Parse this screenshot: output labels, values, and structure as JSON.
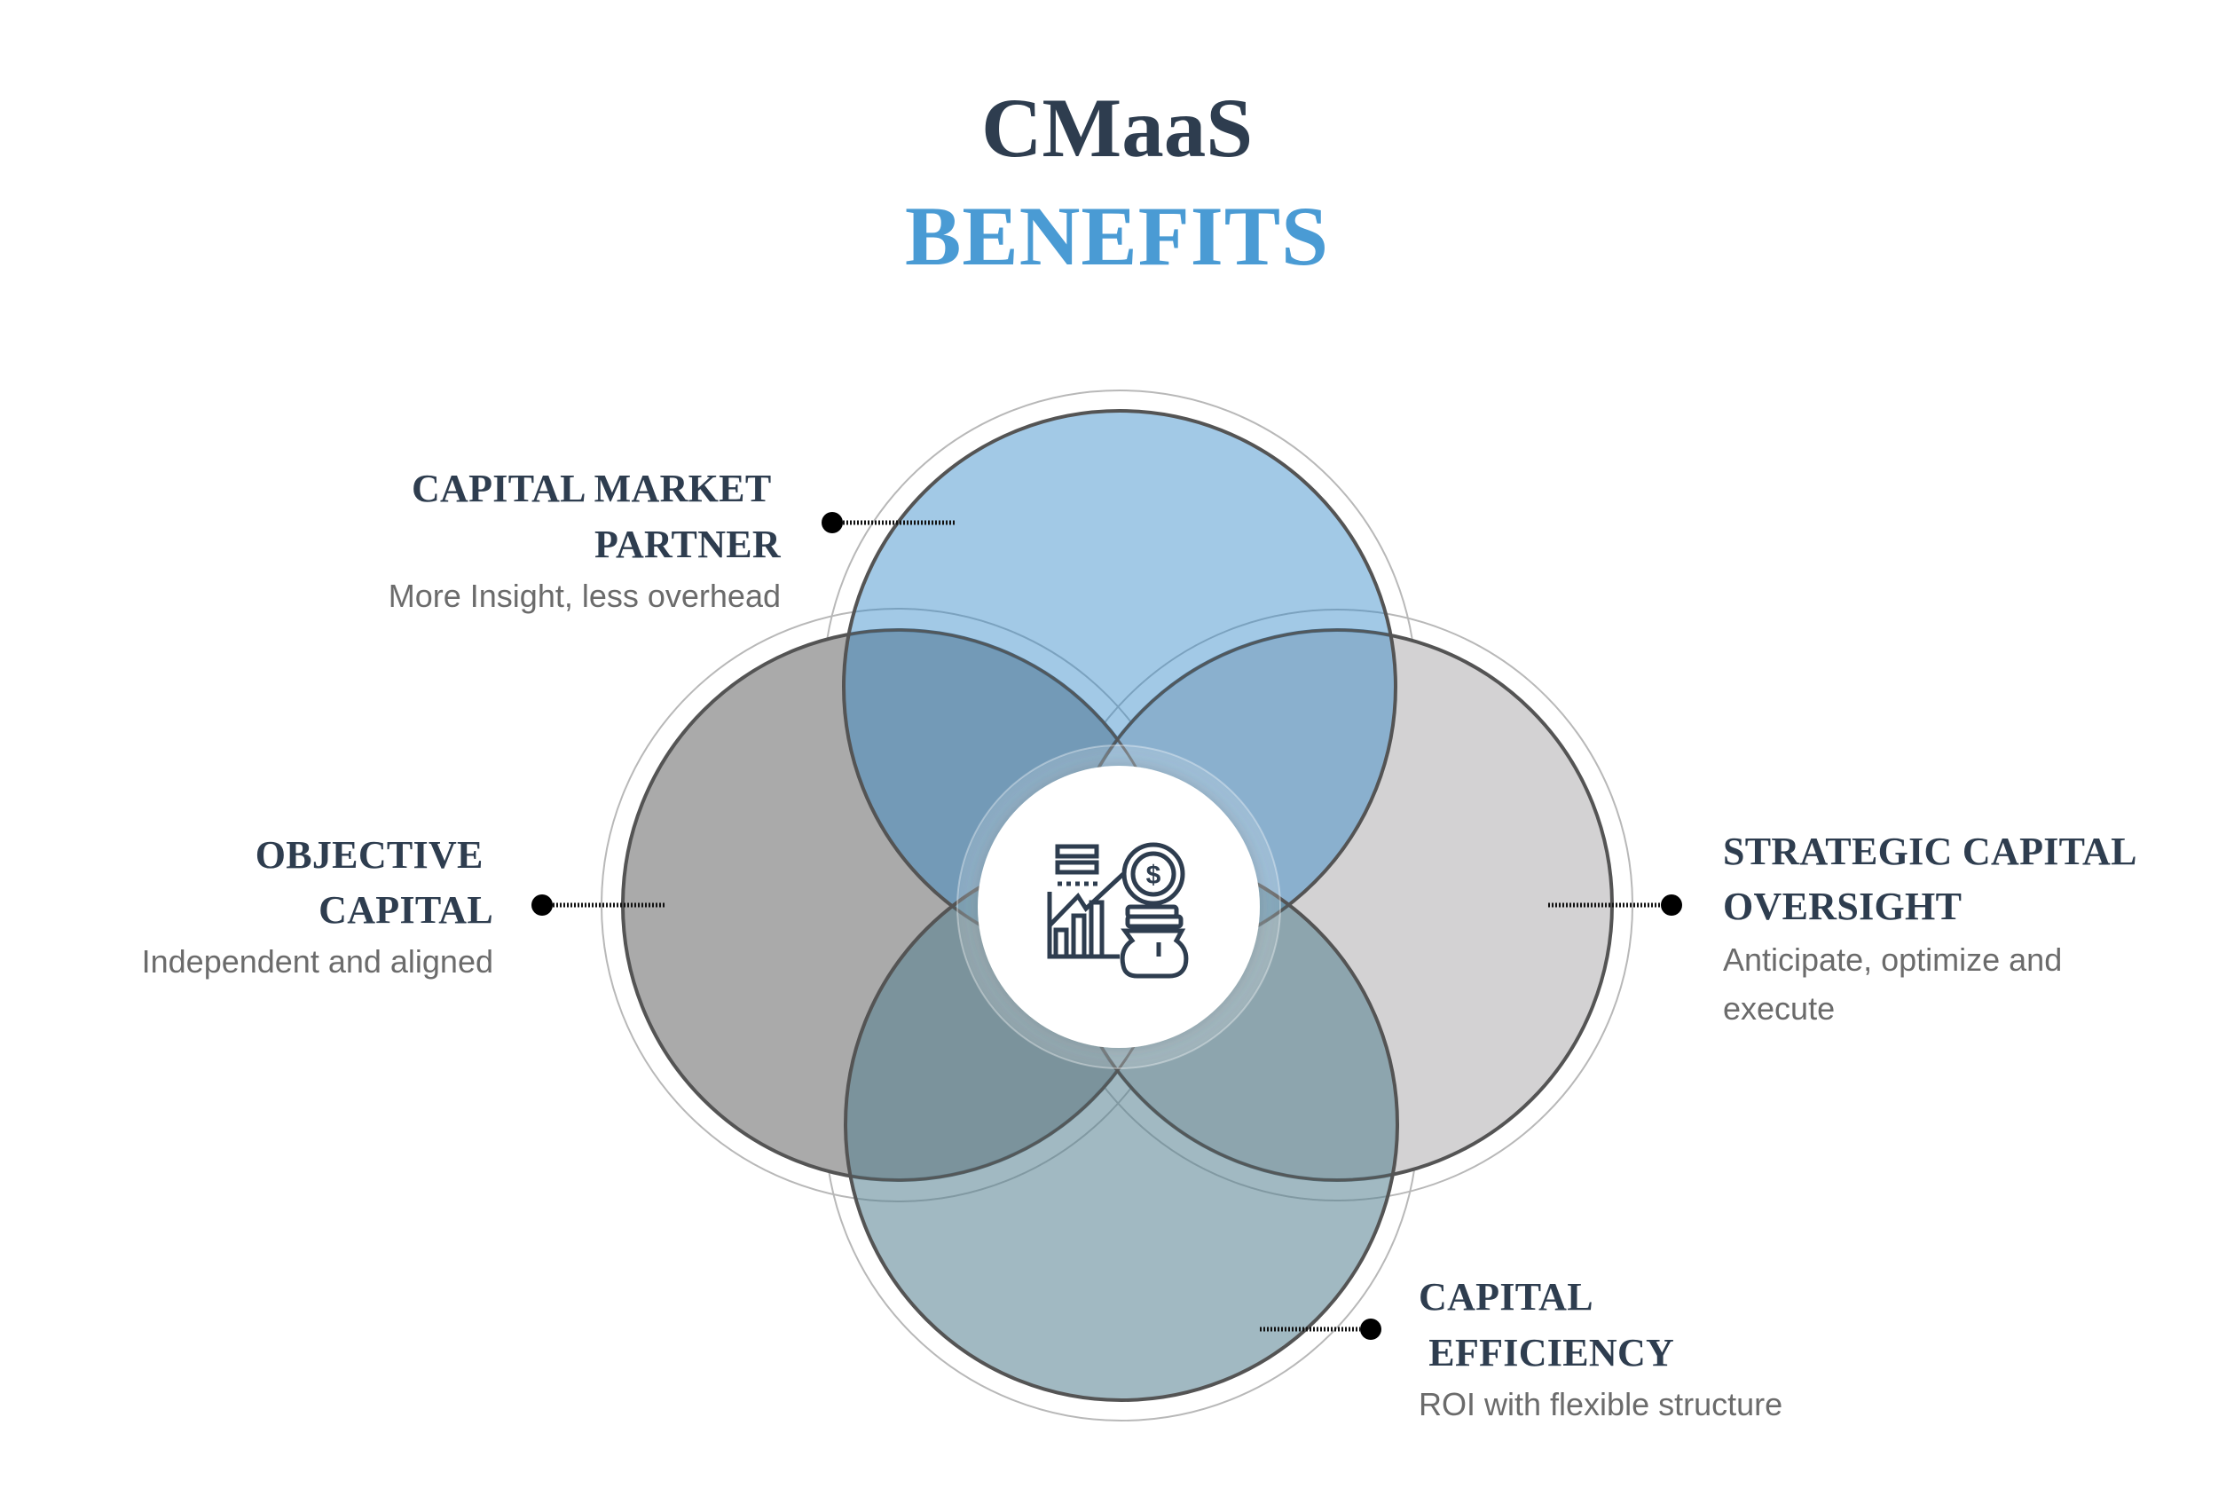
{
  "title": {
    "line1": "CMaaS",
    "line2": "BENEFITS"
  },
  "center_icon": "financial-growth-icon",
  "benefits": [
    {
      "position": "top",
      "heading_lines": [
        "CAPITAL MARKET ",
        "PARTNER"
      ],
      "description_lines": [
        "More Insight, less overhead"
      ]
    },
    {
      "position": "left",
      "heading_lines": [
        "OBJECTIVE ",
        "CAPITAL"
      ],
      "description_lines": [
        "Independent and aligned"
      ]
    },
    {
      "position": "right",
      "heading_lines": [
        "STRATEGIC CAPITAL",
        "OVERSIGHT"
      ],
      "description_lines": [
        "Anticipate, optimize and",
        "execute"
      ]
    },
    {
      "position": "bottom",
      "heading_lines": [
        "CAPITAL",
        " EFFICIENCY"
      ],
      "description_lines": [
        "ROI with flexible structure"
      ]
    }
  ],
  "colors": {
    "title_dark": "#2e3d4f",
    "title_accent": "#4a9bd4",
    "circle_top": "#3188c7",
    "circle_bottom": "#53808f",
    "circle_left": "#aaaaaa",
    "circle_right": "#d3d2d3",
    "circle_stroke": "#555555",
    "ring_stroke": "#b8b8b8",
    "description_text": "#6b6b6b"
  }
}
